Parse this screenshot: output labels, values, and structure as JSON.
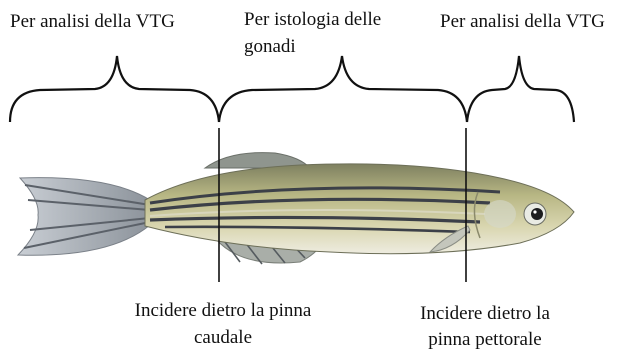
{
  "labels": {
    "top_left": "Per analisi della VTG",
    "top_middle_line1": "Per istologia delle",
    "top_middle_line2": "gonadi",
    "top_right": "Per analisi della VTG",
    "bottom_left_line1": "Incidere dietro la pinna",
    "bottom_left_line2": "caudale",
    "bottom_right_line1": "Incidere dietro la",
    "bottom_right_line2": "pinna pettorale"
  },
  "colors": {
    "ink": "#111111",
    "fish_body": "#b8b784",
    "fish_belly": "#e6e4c8",
    "fish_stripe": "#3c4048",
    "fin": "#9aa0a8"
  }
}
